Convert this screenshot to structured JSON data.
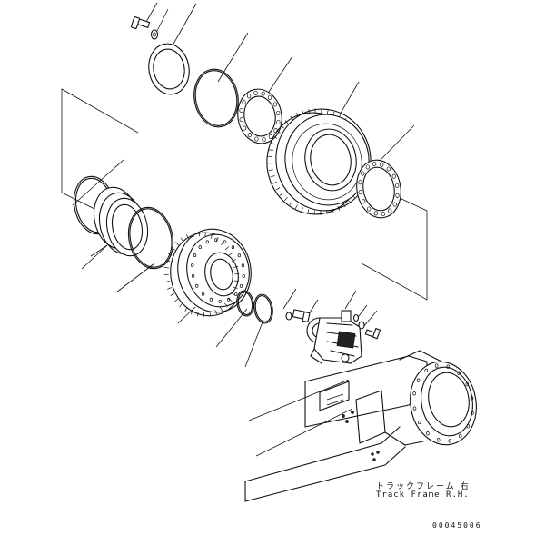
{
  "diagram": {
    "labels": {
      "track_frame_jp": "トラックフレーム 右",
      "track_frame_en": "Track Frame R.H.",
      "drawing_code": "00045006"
    }
  }
}
